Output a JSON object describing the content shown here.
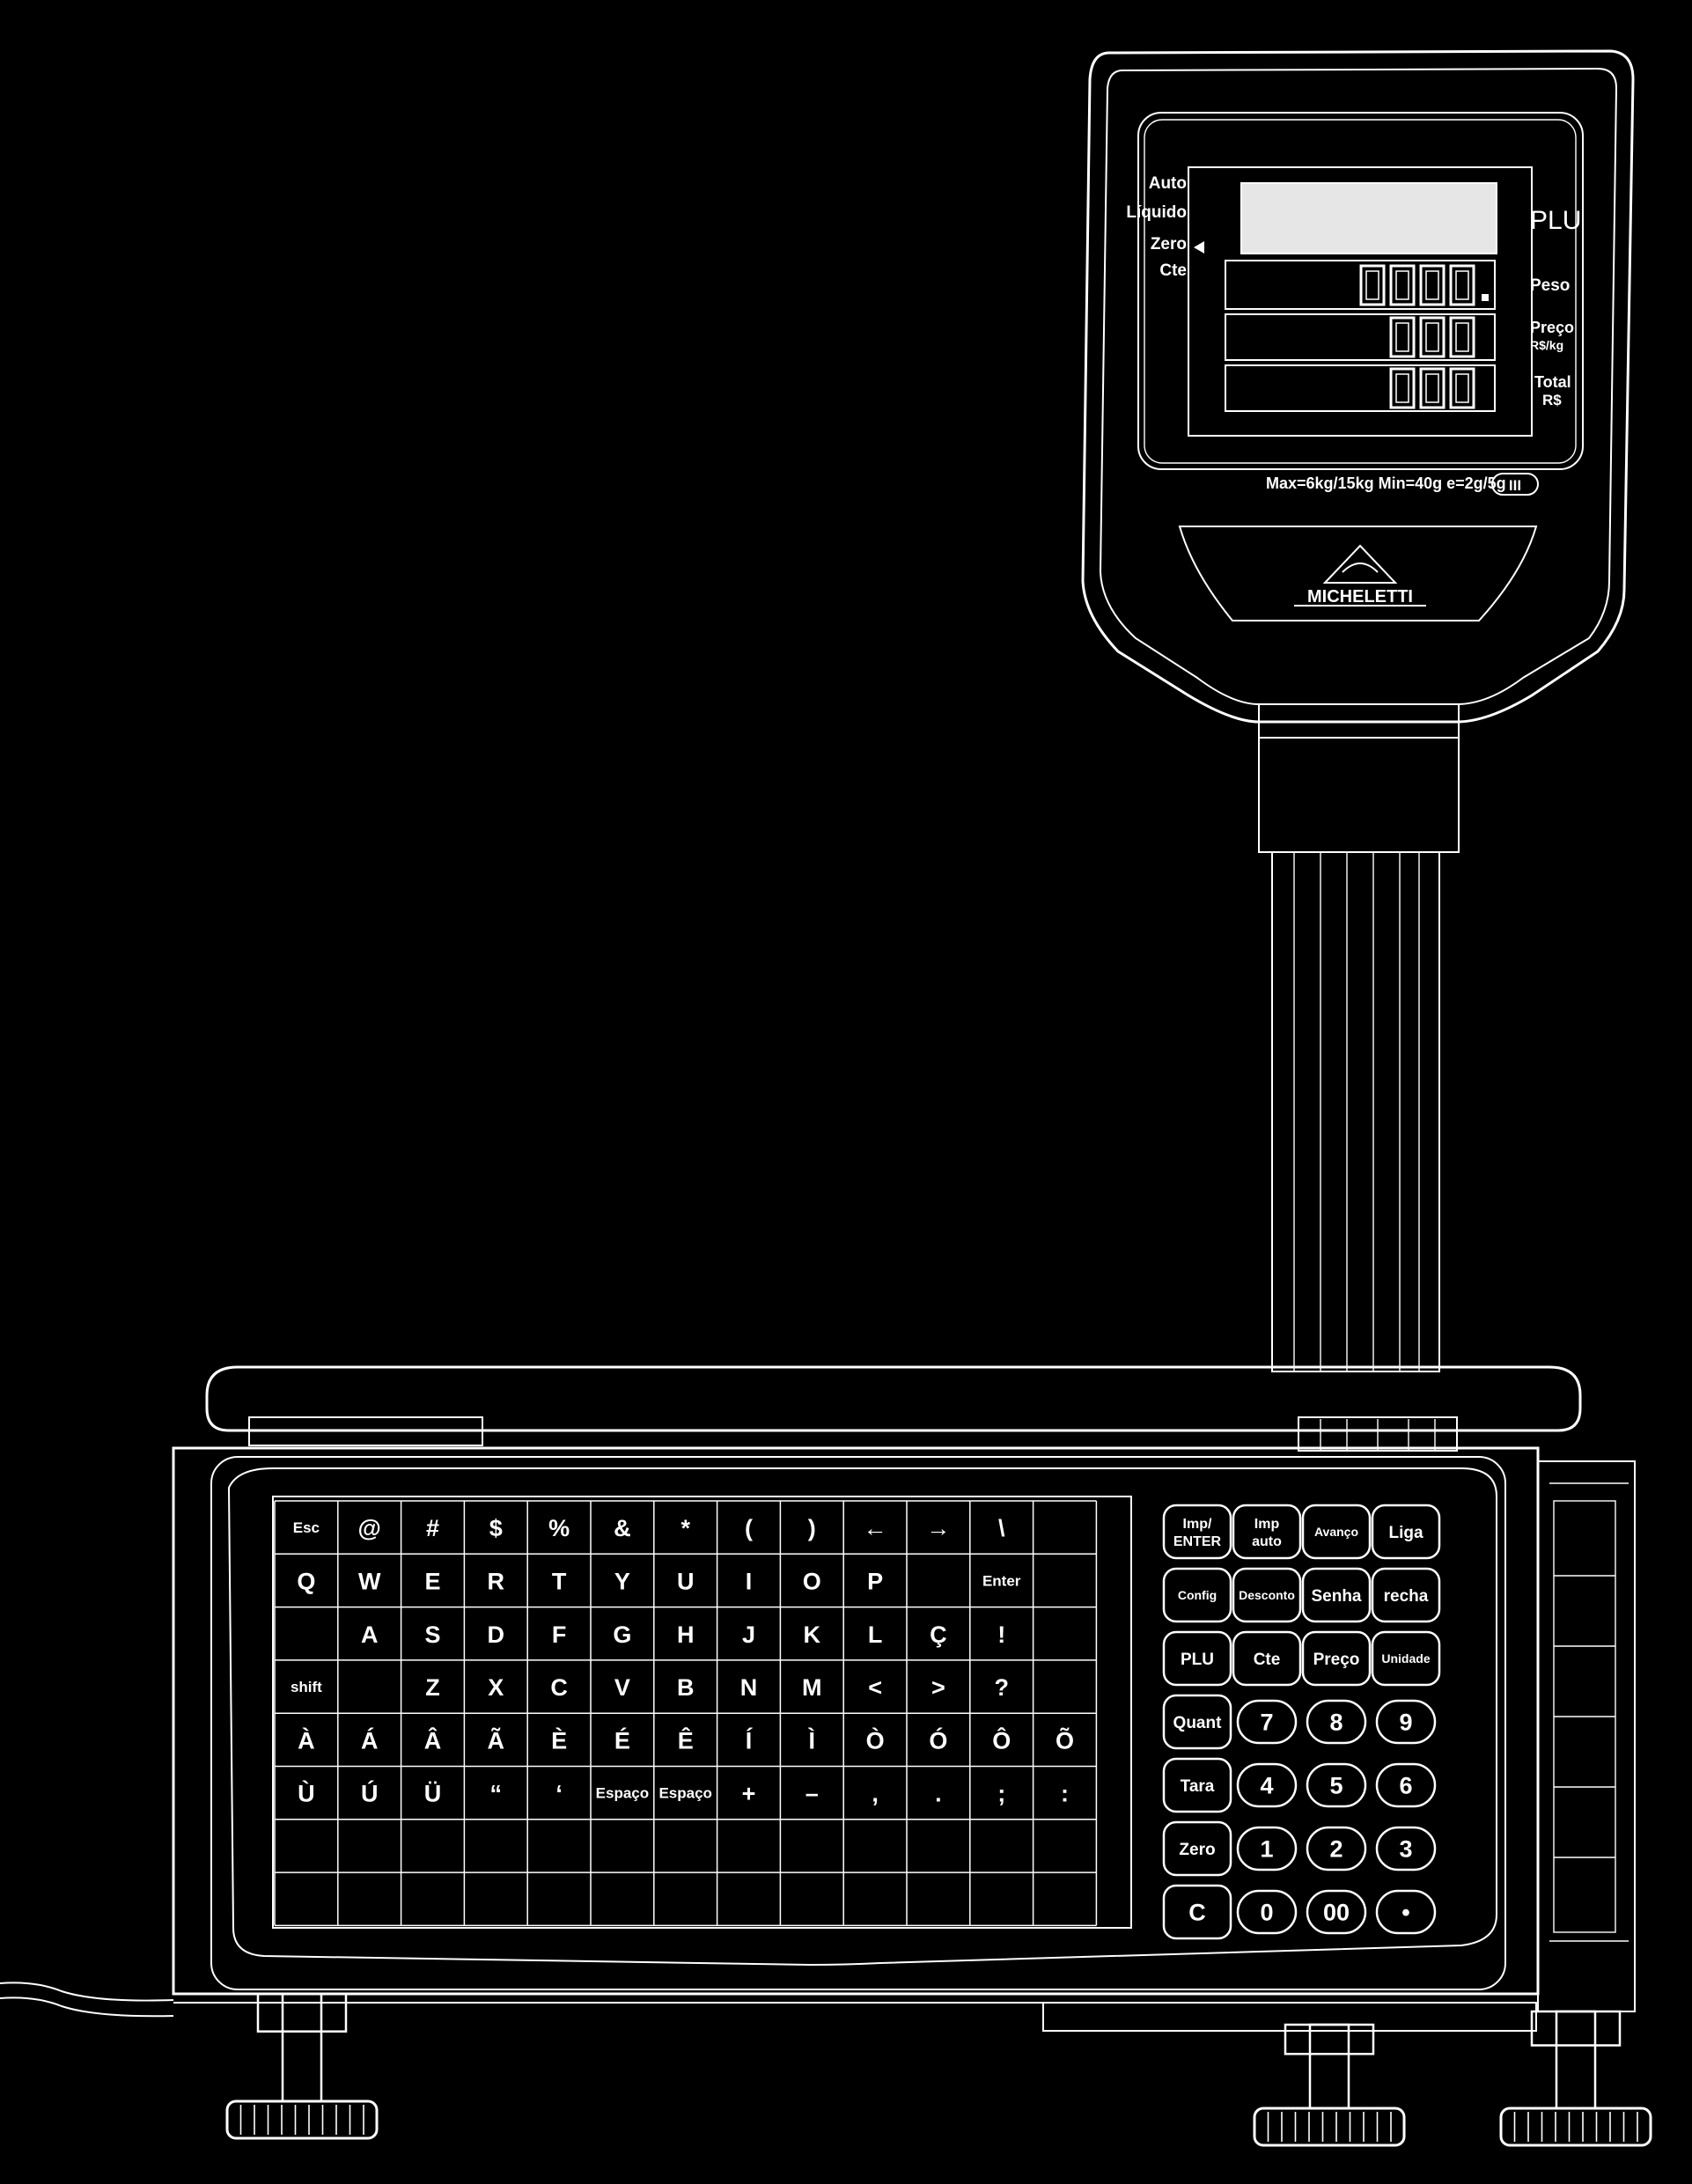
{
  "display": {
    "indicators": [
      "Auto",
      "Líquido",
      "Zero",
      "Cte"
    ],
    "right_labels": {
      "plu": "PLU",
      "peso": "Peso",
      "preco_1": "Preço",
      "preco_2": "R$/kg",
      "total_1": "Total",
      "total_2": "R$"
    },
    "digits": {
      "peso": "0000",
      "preco": "000",
      "total": "000"
    },
    "spec_line": "Max=6kg/15kg   Min=40g   e=2g/5g",
    "class_mark": "III"
  },
  "brand": {
    "name": "MICHELETTI"
  },
  "keyboard": {
    "rows": [
      [
        "Esc",
        "@",
        "#",
        "$",
        "%",
        "&",
        "*",
        "(",
        ")",
        "←",
        "→",
        "\\",
        ""
      ],
      [
        "Q",
        "W",
        "E",
        "R",
        "T",
        "Y",
        "U",
        "I",
        "O",
        "P",
        "",
        "Enter",
        ""
      ],
      [
        "",
        "A",
        "S",
        "D",
        "F",
        "G",
        "H",
        "J",
        "K",
        "L",
        "Ç",
        "!",
        ""
      ],
      [
        "shift",
        "",
        "Z",
        "X",
        "C",
        "V",
        "B",
        "N",
        "M",
        "<",
        ">",
        "?",
        ""
      ],
      [
        "À",
        "Á",
        "Â",
        "Ã",
        "È",
        "É",
        "Ê",
        "Í",
        "Ì",
        "Ò",
        "Ó",
        "Ô",
        "Õ"
      ],
      [
        "Ù",
        "Ú",
        "Ü",
        "“",
        "‘",
        "Espaço",
        "Espaço",
        "+",
        "–",
        ",",
        ".",
        ";",
        ":"
      ],
      [
        "",
        "",
        "",
        "",
        "",
        "",
        "",
        "",
        "",
        "",
        "",
        "",
        ""
      ],
      [
        "",
        "",
        "",
        "",
        "",
        "",
        "",
        "",
        "",
        "",
        "",
        "",
        ""
      ]
    ]
  },
  "keypad": {
    "rows": [
      [
        "Imp/\nENTER",
        "Imp\nauto",
        "Avanço",
        "Liga"
      ],
      [
        "Config",
        "Desconto",
        "Senha",
        "recha"
      ],
      [
        "PLU",
        "Cte",
        "Preço",
        "Unidade"
      ],
      [
        "Quant",
        "7",
        "8",
        "9"
      ],
      [
        "Tara",
        "4",
        "5",
        "6"
      ],
      [
        "Zero",
        "1",
        "2",
        "3"
      ],
      [
        "C",
        "0",
        "00",
        "•"
      ]
    ]
  }
}
